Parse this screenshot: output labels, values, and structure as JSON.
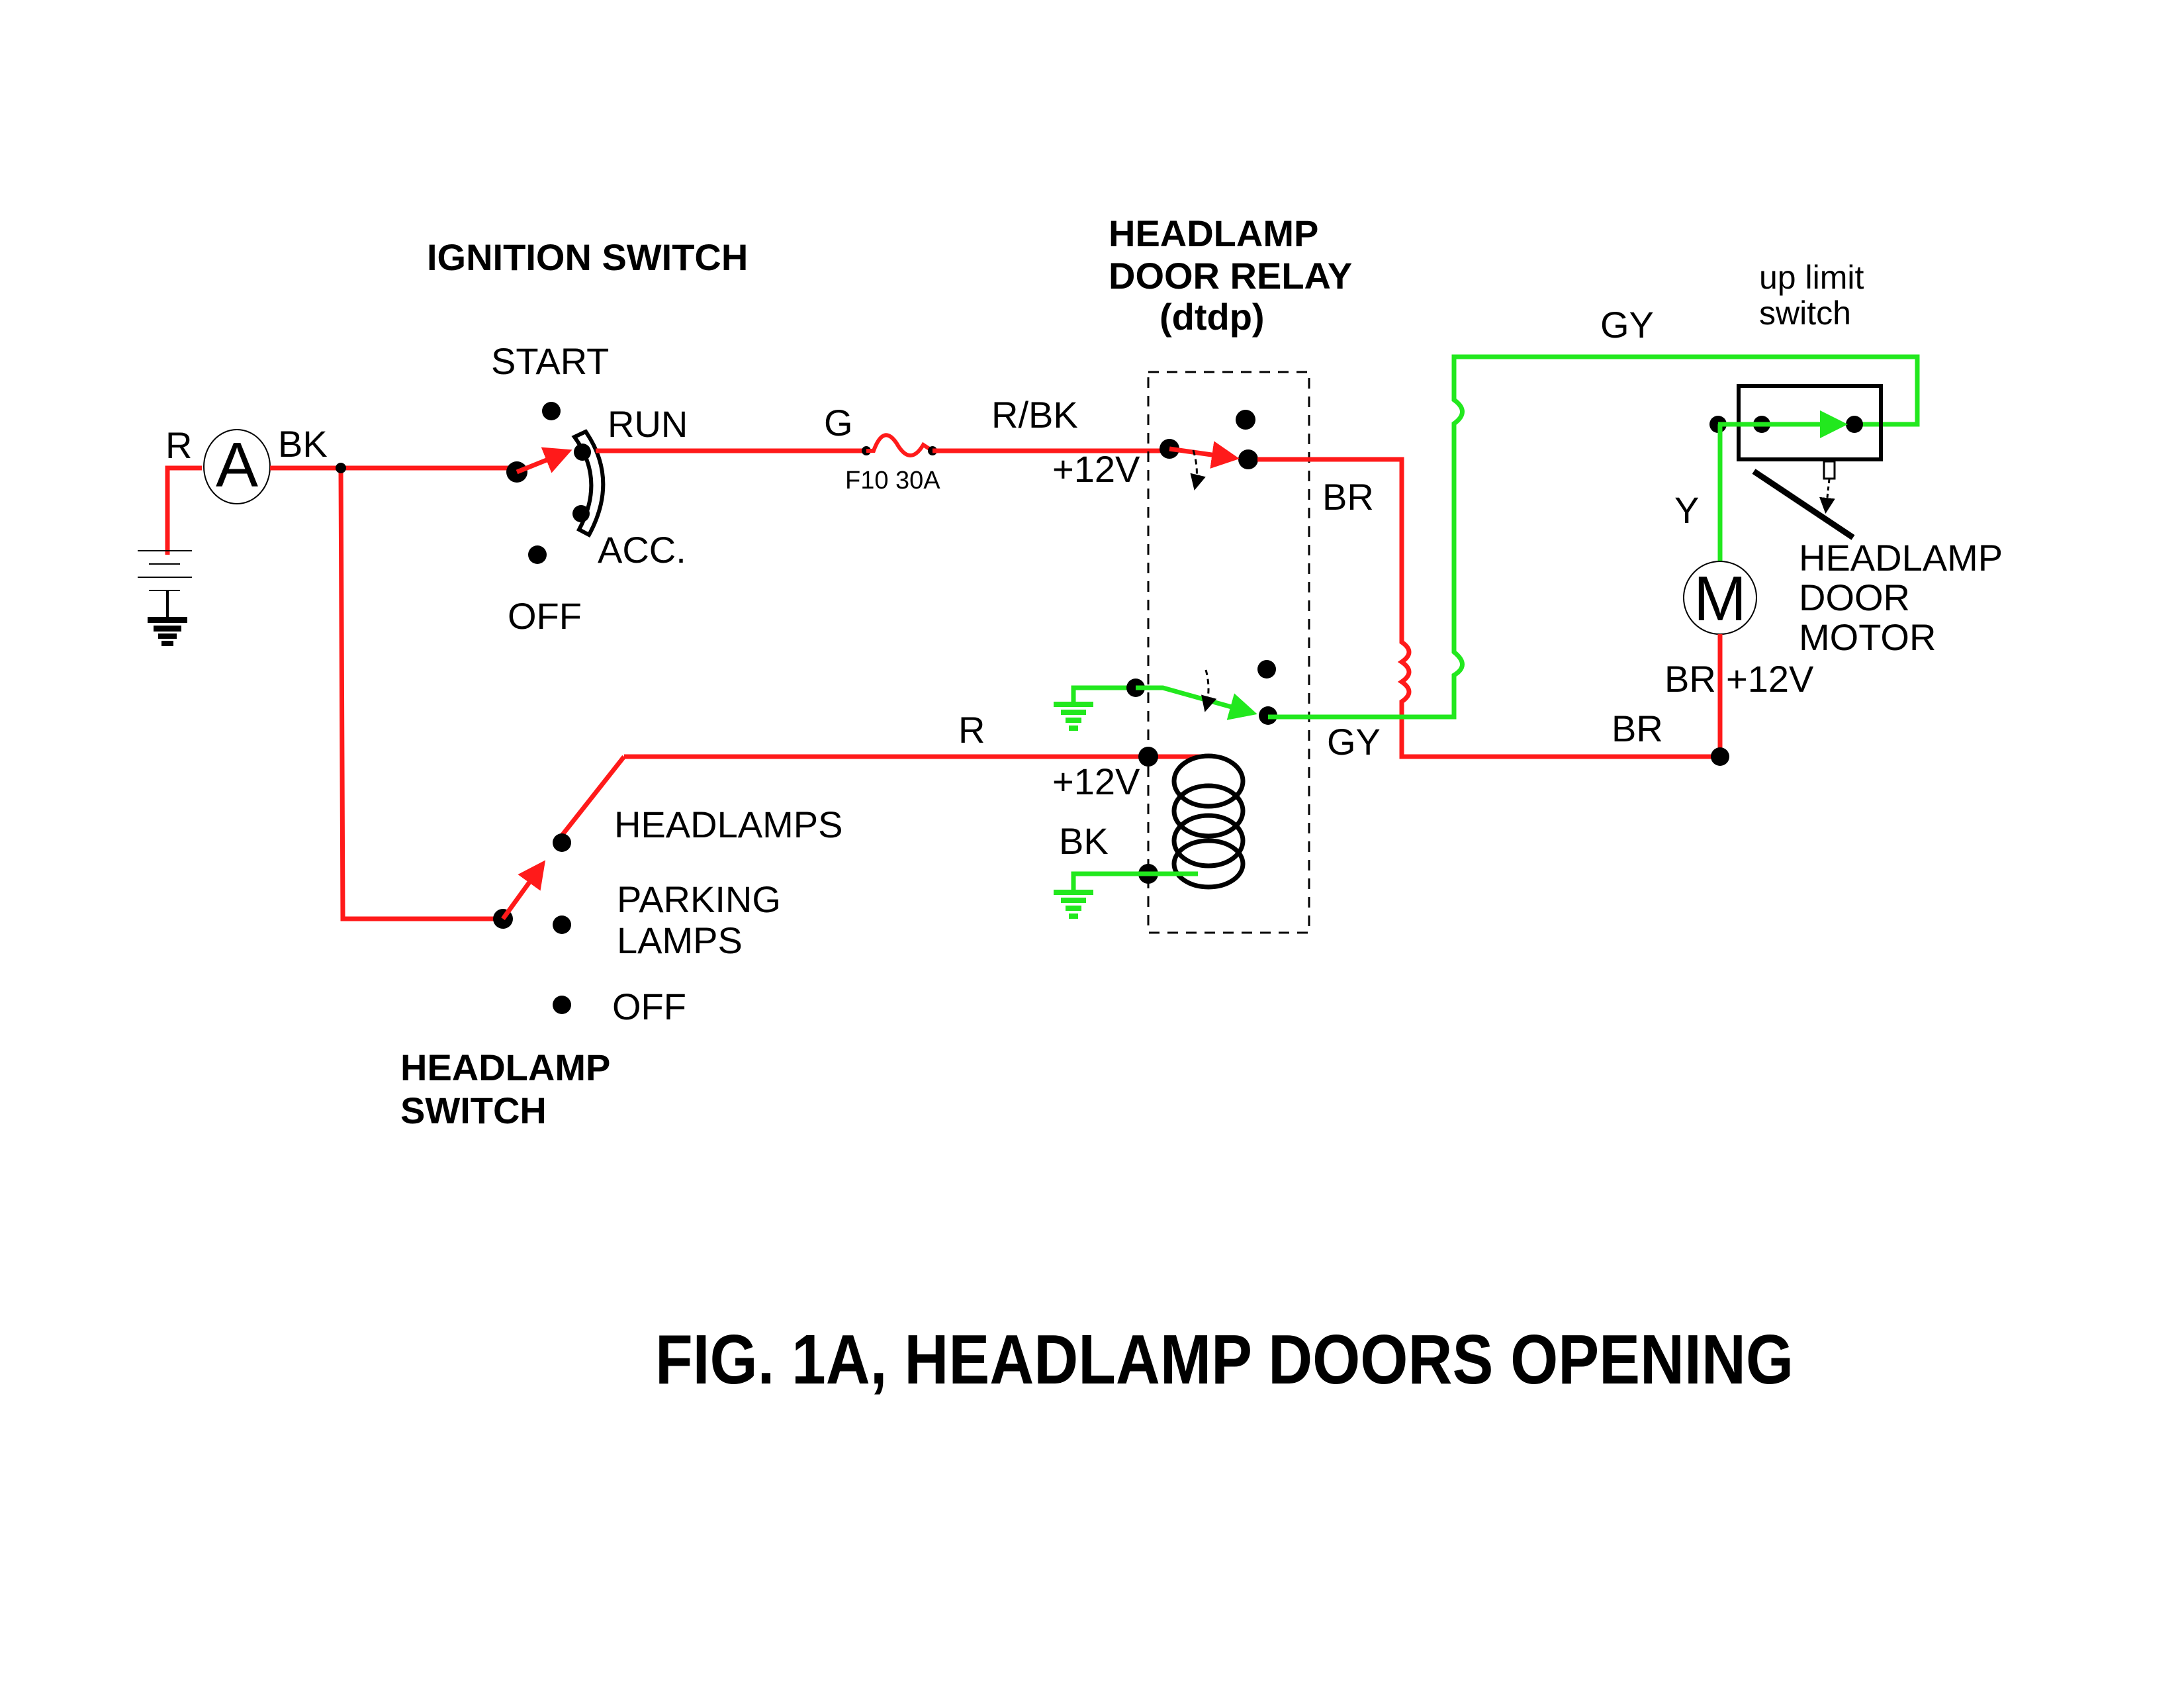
{
  "figure": {
    "title": "FIG. 1A, HEADLAMP DOORS OPENING"
  },
  "colors": {
    "powered_wire": "#ff1a1a",
    "ground_path_wire": "#22e81e",
    "component": "#000000"
  },
  "battery": {
    "wire_label": "R",
    "ammeter_symbol": "A",
    "ammeter_out_label": "BK"
  },
  "ignition_switch": {
    "title": "IGNITION SWITCH",
    "positions": [
      "START",
      "RUN",
      "ACC.",
      "OFF"
    ],
    "selected": "RUN",
    "out_wire_label": "G"
  },
  "fuse": {
    "label": "F10 30A",
    "out_wire_label": "R/BK"
  },
  "relay": {
    "title_line1": "HEADLAMP",
    "title_line2": "DOOR RELAY",
    "title_line3": "(dtdp)",
    "upper_input_voltage": "+12V",
    "upper_output_wire": "BR",
    "lower_output_wire": "GY",
    "coil_input_voltage": "+12V",
    "coil_ground_wire": "BK"
  },
  "headlamp_switch": {
    "title_line1": "HEADLAMP",
    "title_line2": "SWITCH",
    "positions": [
      "HEADLAMPS",
      "PARKING",
      "LAMPS",
      "OFF"
    ],
    "selected": "HEADLAMPS",
    "out_wire_label": "R"
  },
  "limit_switch": {
    "label_line1": "up limit",
    "label_line2": "switch",
    "feed_wire": "GY"
  },
  "motor": {
    "symbol": "M",
    "label_line1": "HEADLAMP",
    "label_line2": "DOOR",
    "label_line3": "MOTOR",
    "top_wire": "Y",
    "bottom_wire": "BR",
    "bottom_voltage": "+12V",
    "junction_wire": "BR"
  }
}
